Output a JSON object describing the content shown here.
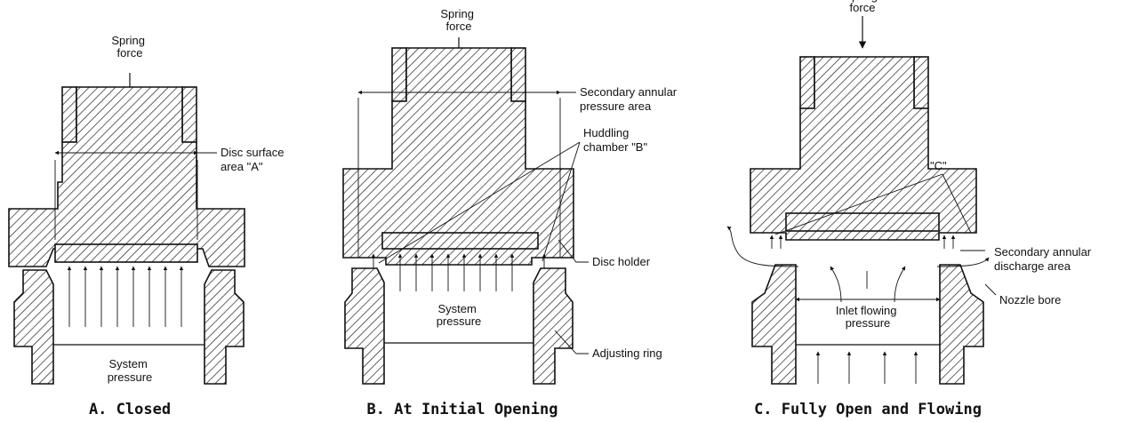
{
  "panels": [
    {
      "caption": "A. Closed",
      "labels": {
        "spring_force": "Spring\nforce",
        "disc_surface": "Disc surface\narea \"A\"",
        "system_pressure": "System\npressure"
      }
    },
    {
      "caption": "B. At Initial Opening",
      "labels": {
        "spring_force": "Spring\nforce",
        "secondary_area": "Secondary annular\npressure area",
        "huddling": "Huddling\nchamber \"B\"",
        "disc_holder": "Disc holder",
        "system_pressure": "System\npressure",
        "adjusting_ring": "Adjusting ring"
      }
    },
    {
      "caption": "C. Fully Open and Flowing",
      "labels": {
        "spring_force": "Spring\nforce",
        "c_label": "\"C\"",
        "secondary_discharge": "Secondary annular\ndischarge area",
        "nozzle_bore": "Nozzle bore",
        "inlet_pressure": "Inlet flowing\npressure"
      }
    }
  ],
  "colors": {
    "ink": "#111111",
    "background": "#ffffff"
  }
}
